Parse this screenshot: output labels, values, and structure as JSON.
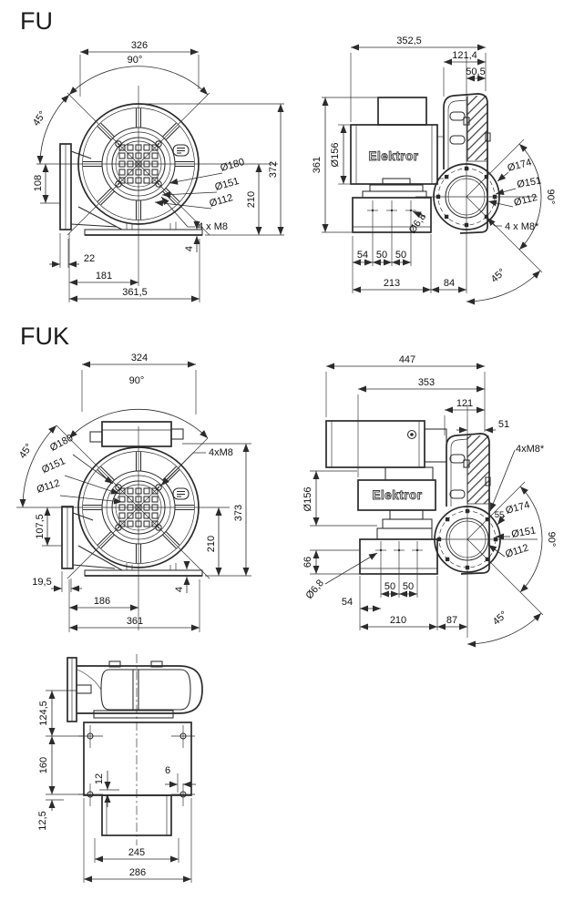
{
  "colors": {
    "line": "#2b2b2b",
    "text": "#111111",
    "background": "#ffffff"
  },
  "sections": {
    "fu": {
      "title": "FU",
      "front": {
        "w326": "326",
        "a90": "90°",
        "a45": "45°",
        "h108": "108",
        "d180": "Ø180",
        "d151": "Ø151",
        "d112": "Ø112",
        "h210": "210",
        "h372": "372",
        "bolts": "4 x M8",
        "t4": "4",
        "w22": "22",
        "w181": "181",
        "w361_5": "361,5"
      },
      "side": {
        "w352_5": "352,5",
        "w121_4": "121,4",
        "w50_5": "50,5",
        "h361": "361",
        "d156": "Ø156",
        "brand": "Elektror",
        "d174": "Ø174",
        "d151": "Ø151",
        "d112": "Ø112",
        "a90": "90°",
        "a45": "45°",
        "bolts": "4 x M8*",
        "d6_8": "Ø6,8",
        "w54": "54",
        "w50a": "50",
        "w50b": "50",
        "w213": "213",
        "w84": "84"
      }
    },
    "fuk": {
      "title": "FUK",
      "front": {
        "w324": "324",
        "a90": "90°",
        "a45": "45°",
        "d180": "Ø180",
        "d151": "Ø151",
        "d112": "Ø112",
        "bolts": "4xM8",
        "h107_5": "107,5",
        "h373": "373",
        "h210": "210",
        "w19_5": "19,5",
        "t4": "4",
        "w186": "186",
        "w361": "361"
      },
      "side": {
        "w447": "447",
        "w353": "353",
        "w121": "121",
        "w51": "51",
        "bolts": "4xM8*",
        "d156": "Ø156",
        "brand": "Elektror",
        "w55": "55",
        "d174": "Ø174",
        "d151": "Ø151",
        "d112": "Ø112",
        "a90": "90°",
        "a45": "45°",
        "h66": "66",
        "d6_8": "Ø6,8",
        "w50a": "50",
        "w50b": "50",
        "w54": "54",
        "w210": "210",
        "w87": "87"
      },
      "bottom": {
        "h124_5": "124,5",
        "h160": "160",
        "h12_5": "12,5",
        "o12": "12",
        "o6": "6",
        "w245": "245",
        "w286": "286"
      }
    }
  }
}
